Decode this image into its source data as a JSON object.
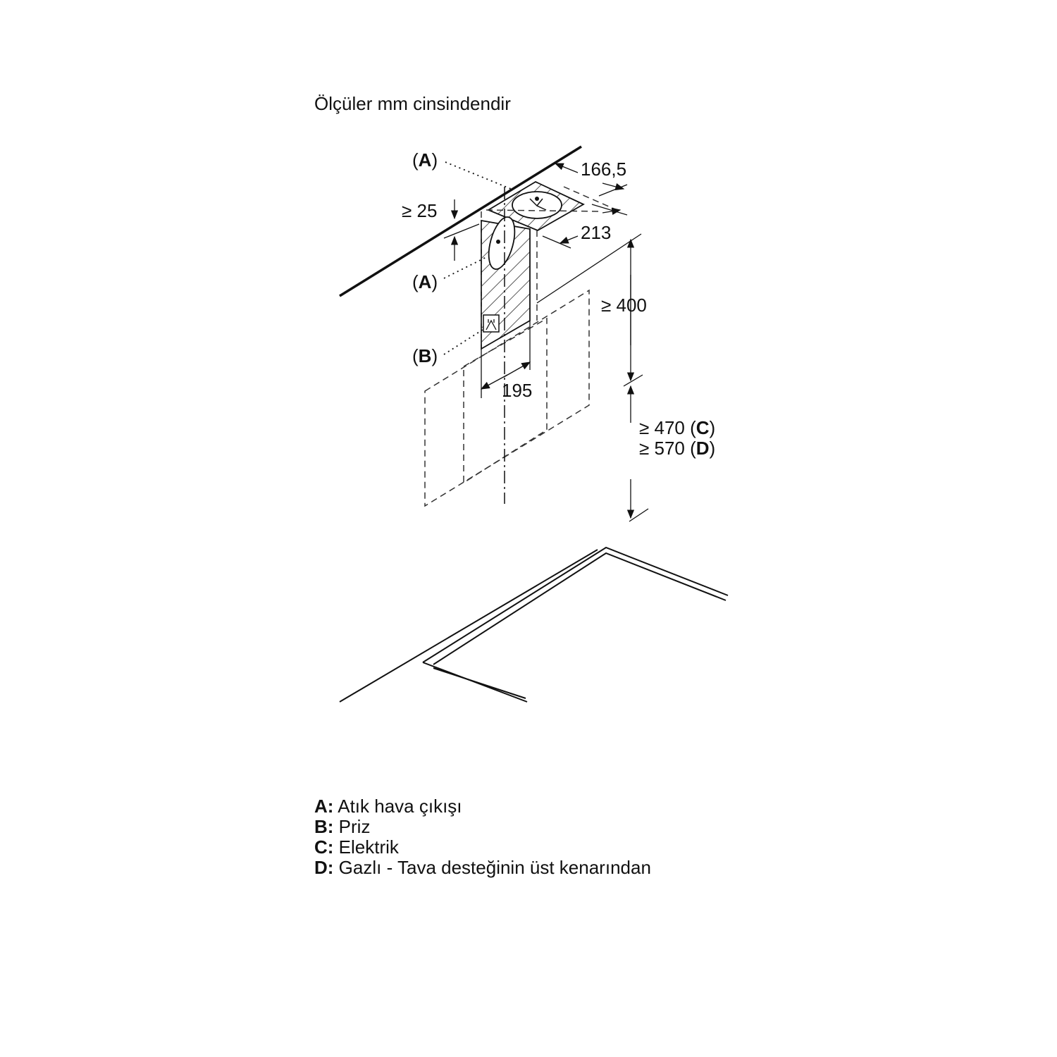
{
  "title": "Ölçüler mm cinsindendir",
  "labels": {
    "a_top": "A",
    "a_wall": "A",
    "b": "B",
    "c": "C",
    "d": "D"
  },
  "dimensions": {
    "d166": "166,5",
    "d25": "≥ 25",
    "d213": "213",
    "d400": "≥ 400",
    "d195": "195",
    "d470": "≥ 470 (",
    "d570": "≥ 570 ("
  },
  "legend": [
    {
      "key": "A:",
      "text": "Atık hava çıkışı"
    },
    {
      "key": "B:",
      "text": "Priz"
    },
    {
      "key": "C:",
      "text": "Elektrik"
    },
    {
      "key": "D:",
      "text": "Gazlı - Tava desteğinin üst kenarından"
    }
  ]
}
